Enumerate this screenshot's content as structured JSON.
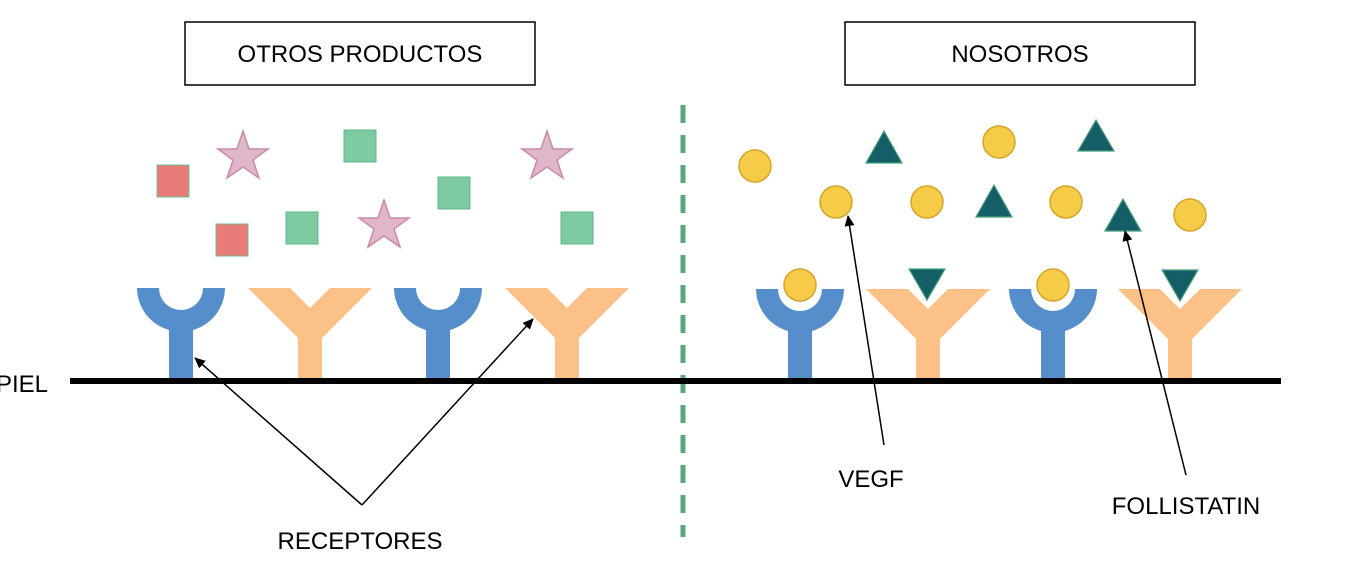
{
  "headers": {
    "left": "OTROS PRODUCTOS",
    "right": "NOSOTROS"
  },
  "labels": {
    "skin": "PIEL",
    "receptors": "RECEPTORES",
    "vegf": "VEGF",
    "follistatin": "FOLLISTATIN"
  },
  "colors": {
    "blue_receptor": "#568ecb",
    "orange_receptor": "#fbc187",
    "divider": "#5aa87a",
    "red_square": "#e87c78",
    "green_square": "#7ecba2",
    "star": "#dfb7c9",
    "vegf_circle": "#f5cb47",
    "follistatin_triangle": "#145e68"
  }
}
